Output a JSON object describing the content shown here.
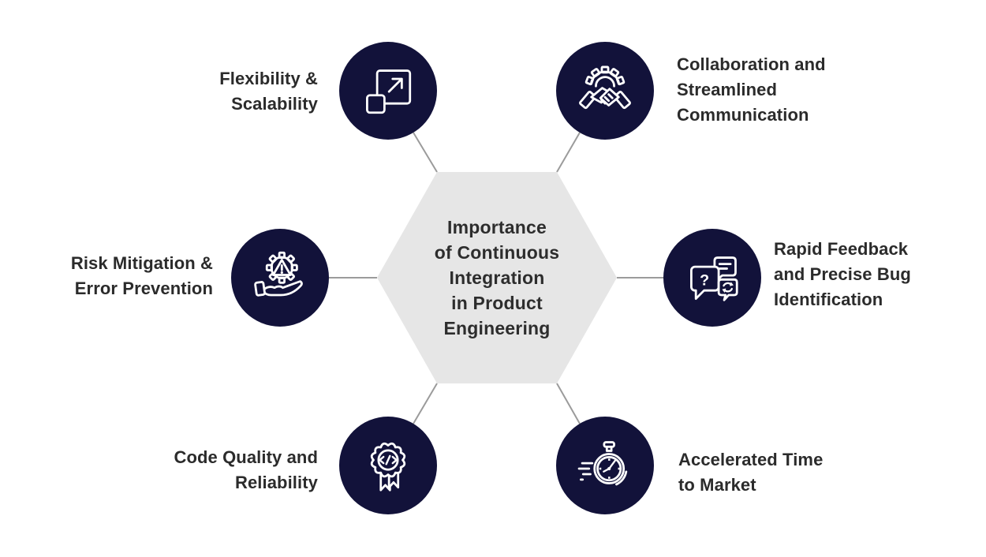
{
  "title": "Importance of Continuous Integration in Product Engineering",
  "center": {
    "title_lines": [
      "Importance",
      "of Continuous",
      "Integration",
      "in Product",
      "Engineering"
    ]
  },
  "nodes": [
    {
      "id": "flexibility-scalability",
      "icon": "scale-expand-icon",
      "label": "Flexibility & Scalability",
      "label_lines": [
        "Flexibility &",
        "Scalability"
      ]
    },
    {
      "id": "collaboration-communication",
      "icon": "handshake-gear-icon",
      "label": "Collaboration and Streamlined Communication",
      "label_lines": [
        "Collaboration and",
        "Streamlined",
        "Communication"
      ]
    },
    {
      "id": "risk-mitigation-error-prevention",
      "icon": "hand-warning-gear-icon",
      "label": "Risk Mitigation & Error Prevention",
      "label_lines": [
        "Risk Mitigation &",
        "Error Prevention"
      ]
    },
    {
      "id": "rapid-feedback-bug-identification",
      "icon": "chat-bubbles-sync-icon",
      "label": "Rapid Feedback and Precise Bug Identification",
      "label_lines": [
        "Rapid Feedback",
        "and Precise Bug",
        "Identification"
      ]
    },
    {
      "id": "code-quality-reliability",
      "icon": "code-quality-badge-icon",
      "label": "Code Quality and Reliability",
      "label_lines": [
        "Code Quality and",
        "Reliability"
      ]
    },
    {
      "id": "accelerated-time-to-market",
      "icon": "speed-stopwatch-icon",
      "label": "Accelerated Time to Market",
      "label_lines": [
        "Accelerated Time",
        "to Market"
      ]
    }
  ],
  "colors": {
    "background": "#ffffff",
    "node_fill": "#12123a",
    "icon_stroke": "#ffffff",
    "hexagon_fill": "#e6e6e6",
    "connector": "#9b9b9b",
    "title_text": "#2d2d2d",
    "label_text": "#2b2b2b"
  }
}
